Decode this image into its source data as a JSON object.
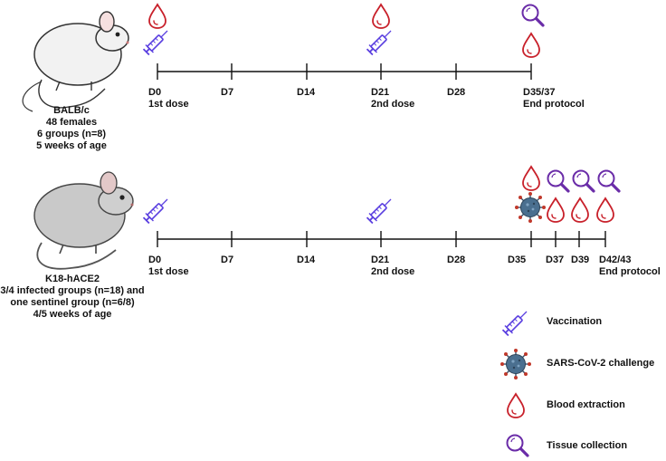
{
  "colors": {
    "syringe": "#5a3fe0",
    "blood": "#c8202a",
    "magnifier": "#6a2ca8",
    "virus": "#4a6f8f",
    "line": "#111111"
  },
  "icons": {
    "syringe": "syringe-icon",
    "virus": "virus-icon",
    "blood": "blood-drop-icon",
    "magnifier": "magnifier-icon"
  },
  "top": {
    "mouse": {
      "strain": "BALB/c",
      "count": "48 females",
      "groups": "6 groups (n=8)",
      "age": "5 weeks of age"
    },
    "days": [
      "D0",
      "D7",
      "D14",
      "D21",
      "D28",
      "D35/37"
    ],
    "sub": [
      "1st dose",
      "2nd dose",
      "End protocol"
    ]
  },
  "bottom": {
    "mouse": {
      "strain": "K18-hACE2",
      "groups_a": "3/4 infected groups (n=18) and",
      "groups_b": "one sentinel group (n=6/8)",
      "age": "4/5 weeks of age"
    },
    "days": [
      "D0",
      "D7",
      "D14",
      "D21",
      "D28",
      "D35",
      "D37",
      "D39",
      "D42/43"
    ],
    "sub": [
      "1st dose",
      "2nd dose",
      "End protocol"
    ]
  },
  "legend": {
    "vaccination": "Vaccination",
    "challenge": "SARS-CoV-2 challenge",
    "blood": "Blood extraction",
    "tissue": "Tissue collection"
  }
}
